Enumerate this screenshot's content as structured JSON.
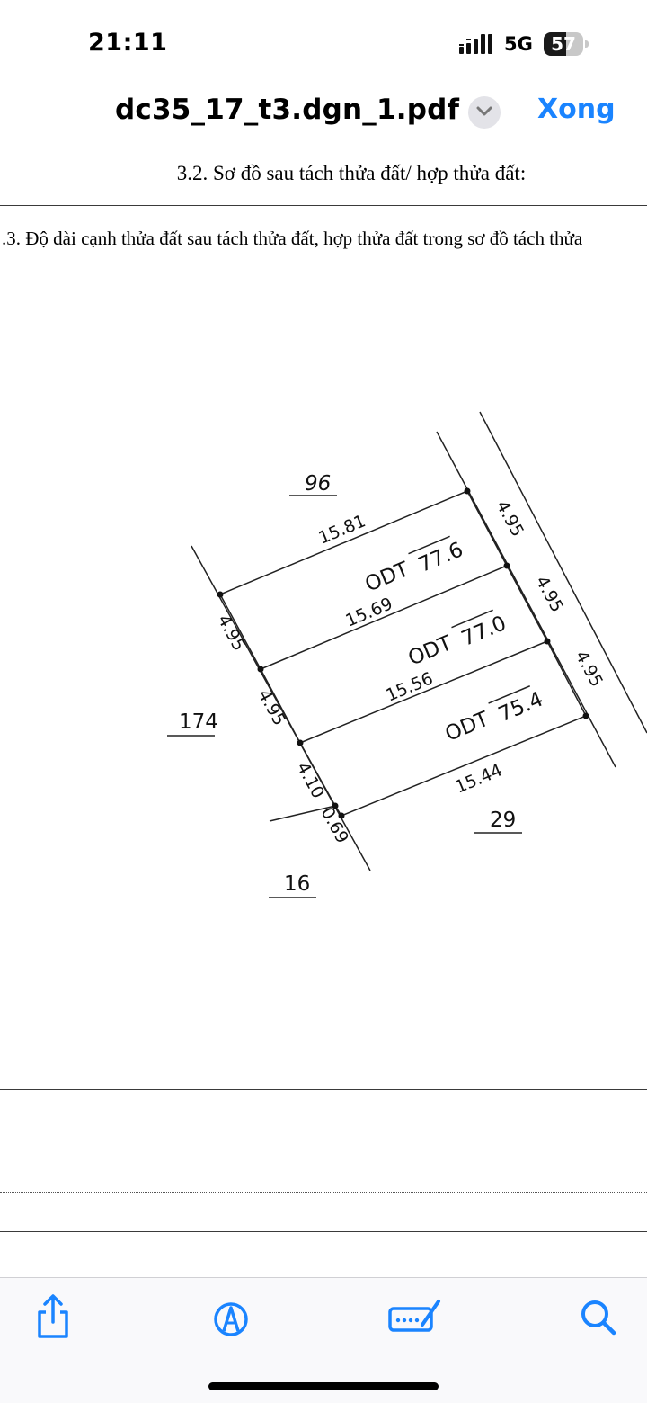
{
  "status": {
    "time": "21:11",
    "network": "5G",
    "battery": "57",
    "battery_level": 0.57
  },
  "header": {
    "title": "dc35_17_t3.dgn_1.pdf",
    "done_label": "Xong"
  },
  "document": {
    "heading": "3.2. Sơ đồ sau tách thửa đất/ hợp thửa đất:",
    "paragraph": ".3. Độ dài cạnh thửa đất  sau tách thửa đất, hợp thửa đất trong sơ đồ tách thửa"
  },
  "diagram": {
    "neighbors": {
      "top": "96",
      "left": "174",
      "bottom_left": "16",
      "bottom_right": "29"
    },
    "parcels": [
      {
        "code": "ODT",
        "area": "77.6"
      },
      {
        "code": "ODT",
        "area": "77.0"
      },
      {
        "code": "ODT",
        "area": "75.4"
      }
    ],
    "edges": {
      "top": "15.81",
      "divider_1": "15.69",
      "divider_2": "15.56",
      "bottom": "15.44",
      "left_1": "4.95",
      "left_2": "4.95",
      "left_3": "4.10",
      "left_4": "0.69",
      "right_1": "4.95",
      "right_2": "4.95",
      "right_3": "4.95"
    }
  },
  "toolbar": {
    "icons": [
      "share-icon",
      "markup-icon",
      "signature-icon",
      "search-icon"
    ]
  },
  "colors": {
    "accent": "#1a84ff",
    "toolbar_icon": "#1a84ff"
  }
}
